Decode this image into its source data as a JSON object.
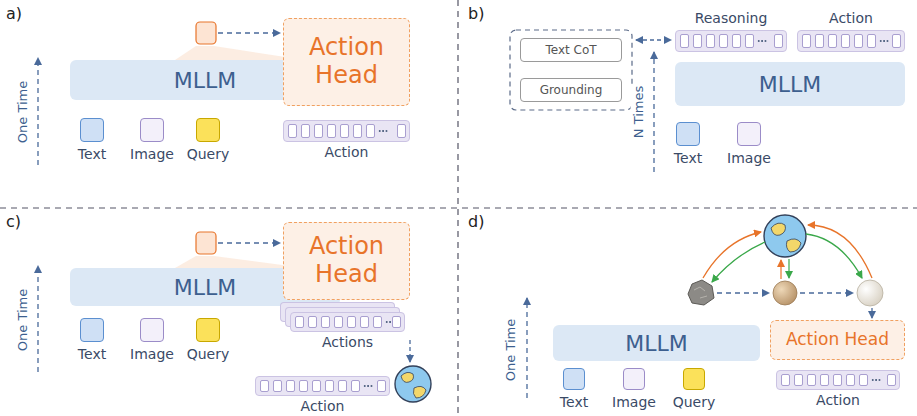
{
  "diagram": {
    "nodes": [
      {
        "text": [
          "MLLM"
        ]
      },
      {
        "text": [
          "Action Head"
        ]
      },
      {
        "text": [
          "Text"
        ]
      },
      {
        "text": [
          "Image"
        ]
      },
      {
        "text": [
          "Query"
        ]
      },
      {
        "text": [
          "Action"
        ]
      },
      {
        "text": [
          "Reasoning"
        ]
      },
      {
        "text": [
          "Action"
        ]
      },
      {
        "text": [
          "MLLM"
        ]
      },
      {
        "text": [
          "Text CoT"
        ]
      },
      {
        "text": [
          "Grounding"
        ]
      },
      {
        "text": [
          "Text"
        ]
      },
      {
        "text": [
          "Image"
        ]
      },
      {
        "text": [
          "MLLM"
        ]
      },
      {
        "text": [
          "Action Head"
        ]
      },
      {
        "text": [
          "Text"
        ]
      },
      {
        "text": [
          "Image"
        ]
      },
      {
        "text": [
          "Query"
        ]
      },
      {
        "text": [
          "Actions"
        ]
      },
      {
        "text": [
          "Action"
        ]
      },
      {
        "text": [
          "MLLM"
        ]
      },
      {
        "text": [
          "Action Head"
        ]
      },
      {
        "text": [
          "Text"
        ]
      },
      {
        "text": [
          "Image"
        ]
      },
      {
        "text": [
          "Query"
        ]
      },
      {
        "text": [
          "Action"
        ]
      }
    ],
    "labels": [
      "a)",
      "b)",
      "c)",
      "d)",
      "One Time",
      "N Times",
      "One Time",
      "One Time"
    ]
  }
}
